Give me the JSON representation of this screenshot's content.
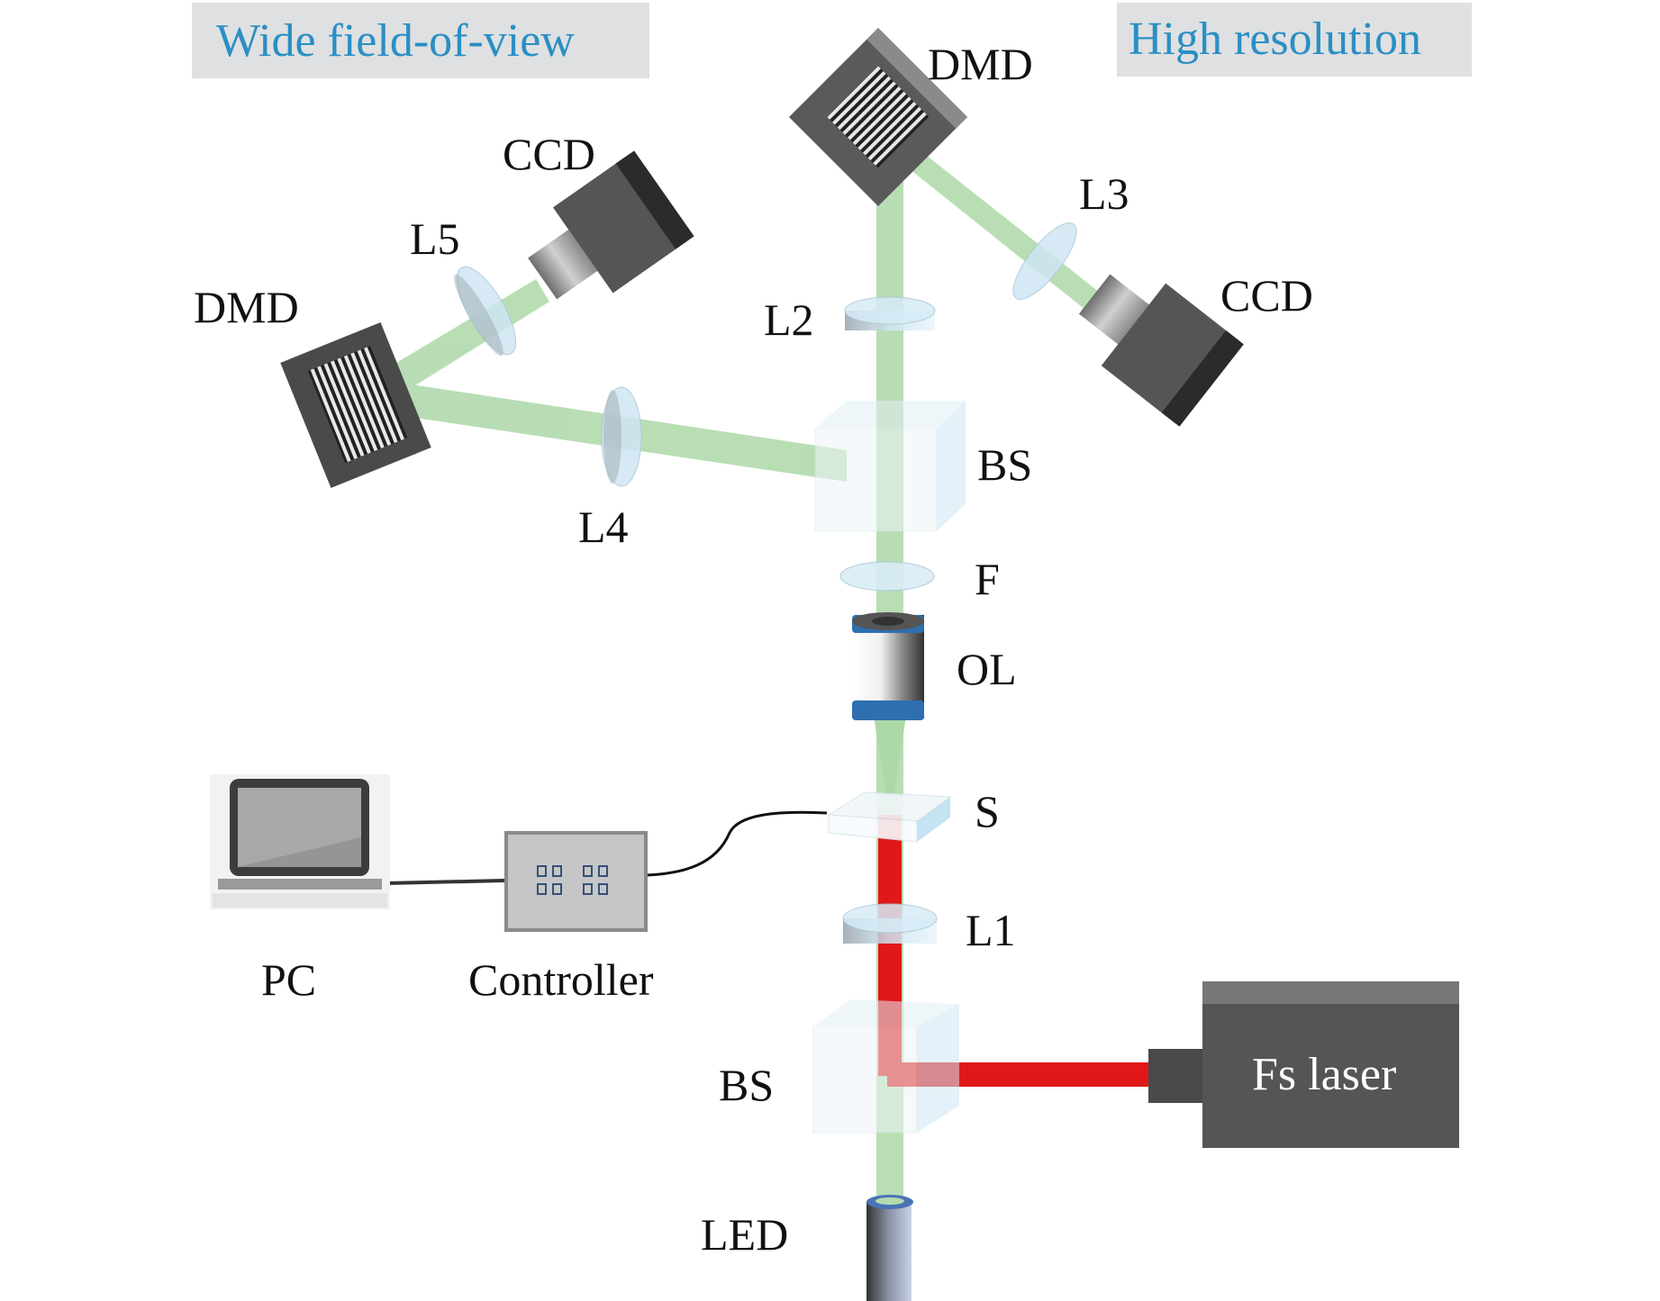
{
  "headers": {
    "wide_fov": "Wide field-of-view",
    "high_res": "High resolution"
  },
  "labels": {
    "dmd_top": "DMD",
    "dmd_left": "DMD",
    "ccd_left": "CCD",
    "ccd_right": "CCD",
    "l1": "L1",
    "l2": "L2",
    "l3": "L3",
    "l4": "L4",
    "l5": "L5",
    "bs_top": "BS",
    "bs_bottom": "BS",
    "f": "F",
    "ol": "OL",
    "s": "S",
    "led": "LED",
    "pc": "PC",
    "controller": "Controller",
    "fs_laser": "Fs laser"
  },
  "colors": {
    "header_text": "#2a8fc4",
    "header_bg": "#dfe0e1",
    "green_beam": "#b5dcb0",
    "red_beam": "#e01818",
    "device_gray": "#555555",
    "objective_blue": "#2f6fb0"
  },
  "icons": {
    "pc": "laptop-icon",
    "controller": "controller-box-icon",
    "dmd": "dmd-icon",
    "ccd": "camera-icon",
    "lens": "lens-icon",
    "beam_splitter": "cube-icon",
    "objective": "objective-lens-icon",
    "laser": "laser-box-icon",
    "led": "led-cylinder-icon"
  }
}
